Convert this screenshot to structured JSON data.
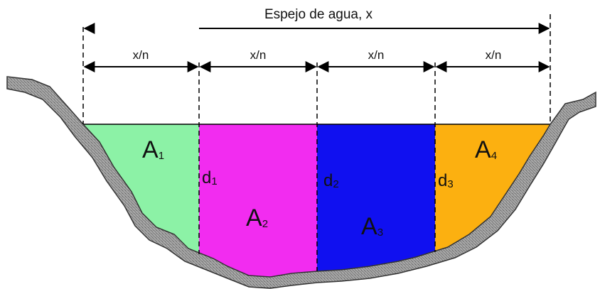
{
  "title": "Espejo de agua, x",
  "segment_label": "x/n",
  "areas": [
    {
      "base": "A",
      "sub": "1",
      "color": "#8cf2a6"
    },
    {
      "base": "A",
      "sub": "2",
      "color": "#f22cf0"
    },
    {
      "base": "A",
      "sub": "3",
      "color": "#1010f0"
    },
    {
      "base": "A",
      "sub": "4",
      "color": "#fcb010"
    }
  ],
  "depths": [
    {
      "base": "d",
      "sub": "1"
    },
    {
      "base": "d",
      "sub": "2"
    },
    {
      "base": "d",
      "sub": "3"
    }
  ],
  "colors": {
    "ground": "#8a8a8a",
    "ground_outline": "#333333",
    "lines": "#000000"
  }
}
